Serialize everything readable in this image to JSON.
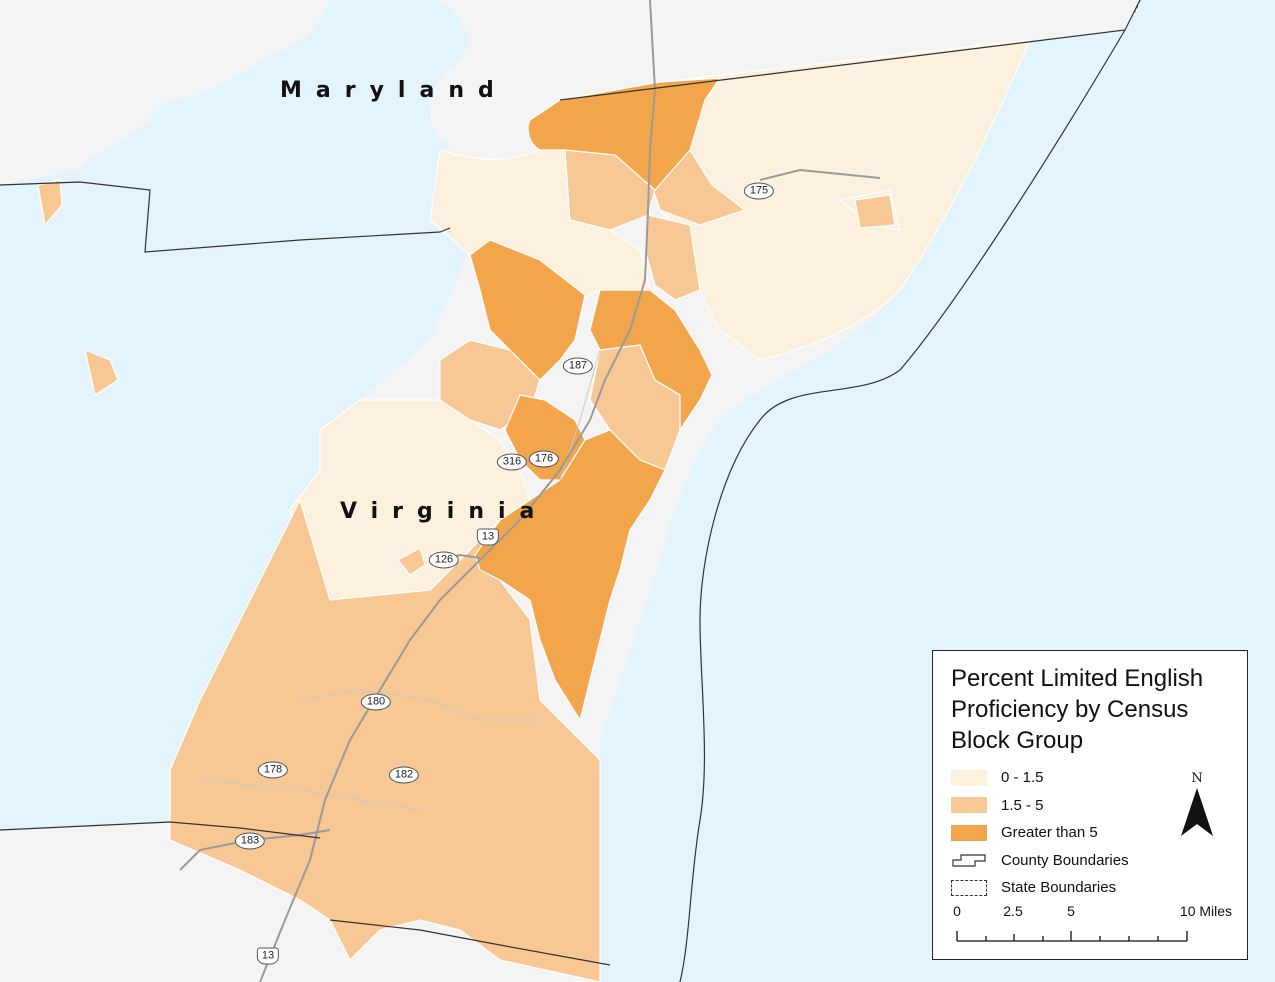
{
  "labels": {
    "maryland": "Maryland",
    "virginia": "Virginia"
  },
  "routes": [
    {
      "num": "175",
      "kind": "state"
    },
    {
      "num": "187",
      "kind": "state"
    },
    {
      "num": "316",
      "kind": "state"
    },
    {
      "num": "176",
      "kind": "state"
    },
    {
      "num": "13",
      "kind": "us"
    },
    {
      "num": "126",
      "kind": "state"
    },
    {
      "num": "180",
      "kind": "state"
    },
    {
      "num": "178",
      "kind": "state"
    },
    {
      "num": "182",
      "kind": "state"
    },
    {
      "num": "183",
      "kind": "state"
    },
    {
      "num": "13",
      "kind": "us"
    }
  ],
  "legend": {
    "title": "Percent Limited English Proficiency by Census Block Group",
    "classes": [
      {
        "label": "0 - 1.5",
        "color": "#fbf1de"
      },
      {
        "label": "1.5 - 5",
        "color": "#f8c894"
      },
      {
        "label": "Greater than 5",
        "color": "#f2a54a"
      }
    ],
    "county_label": "County Boundaries",
    "state_label": "State Boundaries",
    "north": "N",
    "scale": {
      "ticks": [
        "0",
        "2.5",
        "5",
        "10 Miles"
      ]
    }
  },
  "colors": {
    "water": "#e4f4fc",
    "land": "#f4f4f4",
    "low": "#fbf1de",
    "mid": "#f8c894",
    "high": "#f2a54a",
    "boundary": "#333333",
    "road": "#9a9a9a"
  }
}
